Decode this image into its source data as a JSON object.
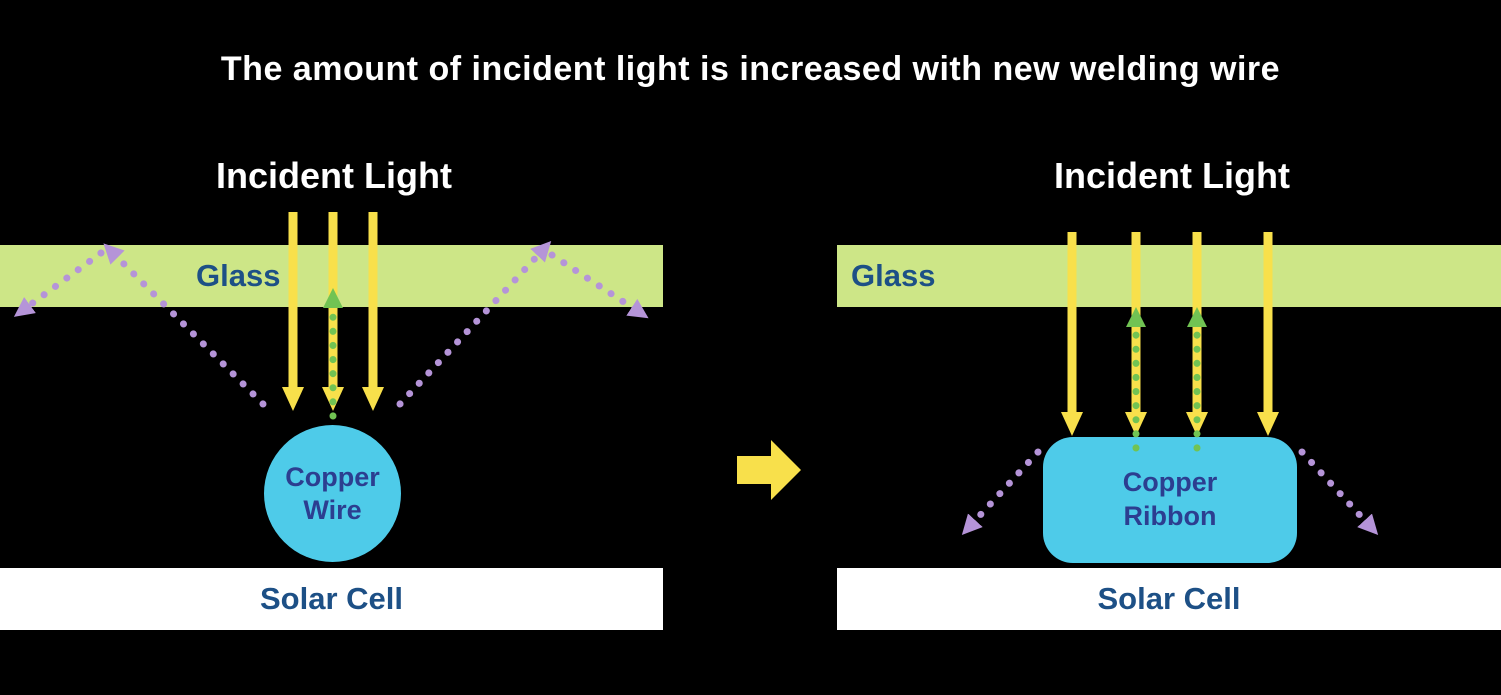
{
  "title": "The amount of incident light is increased with new welding wire",
  "colors": {
    "background": "#000000",
    "title_text": "#ffffff",
    "glass_fill": "#cde687",
    "glass_text": "#1d5086",
    "solar_fill": "#ffffff",
    "solar_text": "#1d5086",
    "copper_fill": "#4ecbe9",
    "copper_text": "#2c3e90",
    "incident_arrow_yellow": "#f8e04b",
    "escaping_arrow_purple": "#b594d8",
    "recaptured_arrow_green": "#71c353"
  },
  "left": {
    "incident_light": "Incident Light",
    "glass": "Glass",
    "copper_line1": "Copper",
    "copper_line2": "Wire",
    "solar_cell": "Solar Cell"
  },
  "right": {
    "incident_light": "Incident Light",
    "glass": "Glass",
    "copper_line1": "Copper",
    "copper_line2": "Ribbon",
    "solar_cell": "Solar Cell"
  }
}
